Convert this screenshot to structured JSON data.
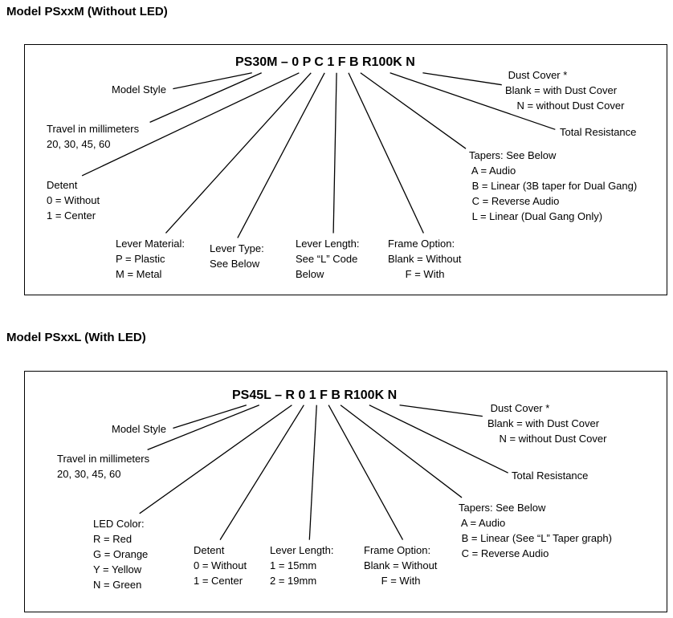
{
  "sections": [
    {
      "title": "Model PSxxM (Without LED)",
      "part_number": "PS30M – 0 P C 1 F B R100K N",
      "labels": {
        "model_style": "Model Style",
        "travel": "Travel in millimeters\n20, 30, 45, 60",
        "detent": "Detent\n0 = Without\n1 = Center",
        "lever_material": "Lever Material:\nP = Plastic\nM = Metal",
        "lever_type": "Lever Type:\nSee Below",
        "lever_length": "Lever Length:\nSee “L” Code\nBelow",
        "frame_option": "Frame Option:\nBlank = Without\n      F = With",
        "tapers": "Tapers: See Below\n A = Audio\n B = Linear (3B taper for Dual Gang)\n C = Reverse Audio\n L = Linear (Dual Gang Only)",
        "total_resistance": "Total Resistance",
        "dust_cover": " Dust Cover *\nBlank = with Dust Cover\n    N = without Dust Cover"
      }
    },
    {
      "title": "Model PSxxL (With LED)",
      "part_number": "PS45L – R 0 1 F B R100K N",
      "labels": {
        "model_style": "Model Style",
        "travel": "Travel in millimeters\n20, 30, 45, 60",
        "led_color": "LED Color:\nR = Red\nG = Orange\nY = Yellow\nN = Green",
        "detent": "Detent\n0 = Without\n1 = Center",
        "lever_length": "Lever Length:\n1 = 15mm\n2 = 19mm",
        "frame_option": "Frame Option:\nBlank = Without\n      F = With",
        "tapers": "Tapers: See Below\n A = Audio\n B = Linear (See “L” Taper graph)\n C = Reverse Audio",
        "total_resistance": "Total Resistance",
        "dust_cover": " Dust Cover *\nBlank = with Dust Cover\n    N = without Dust Cover"
      }
    }
  ]
}
